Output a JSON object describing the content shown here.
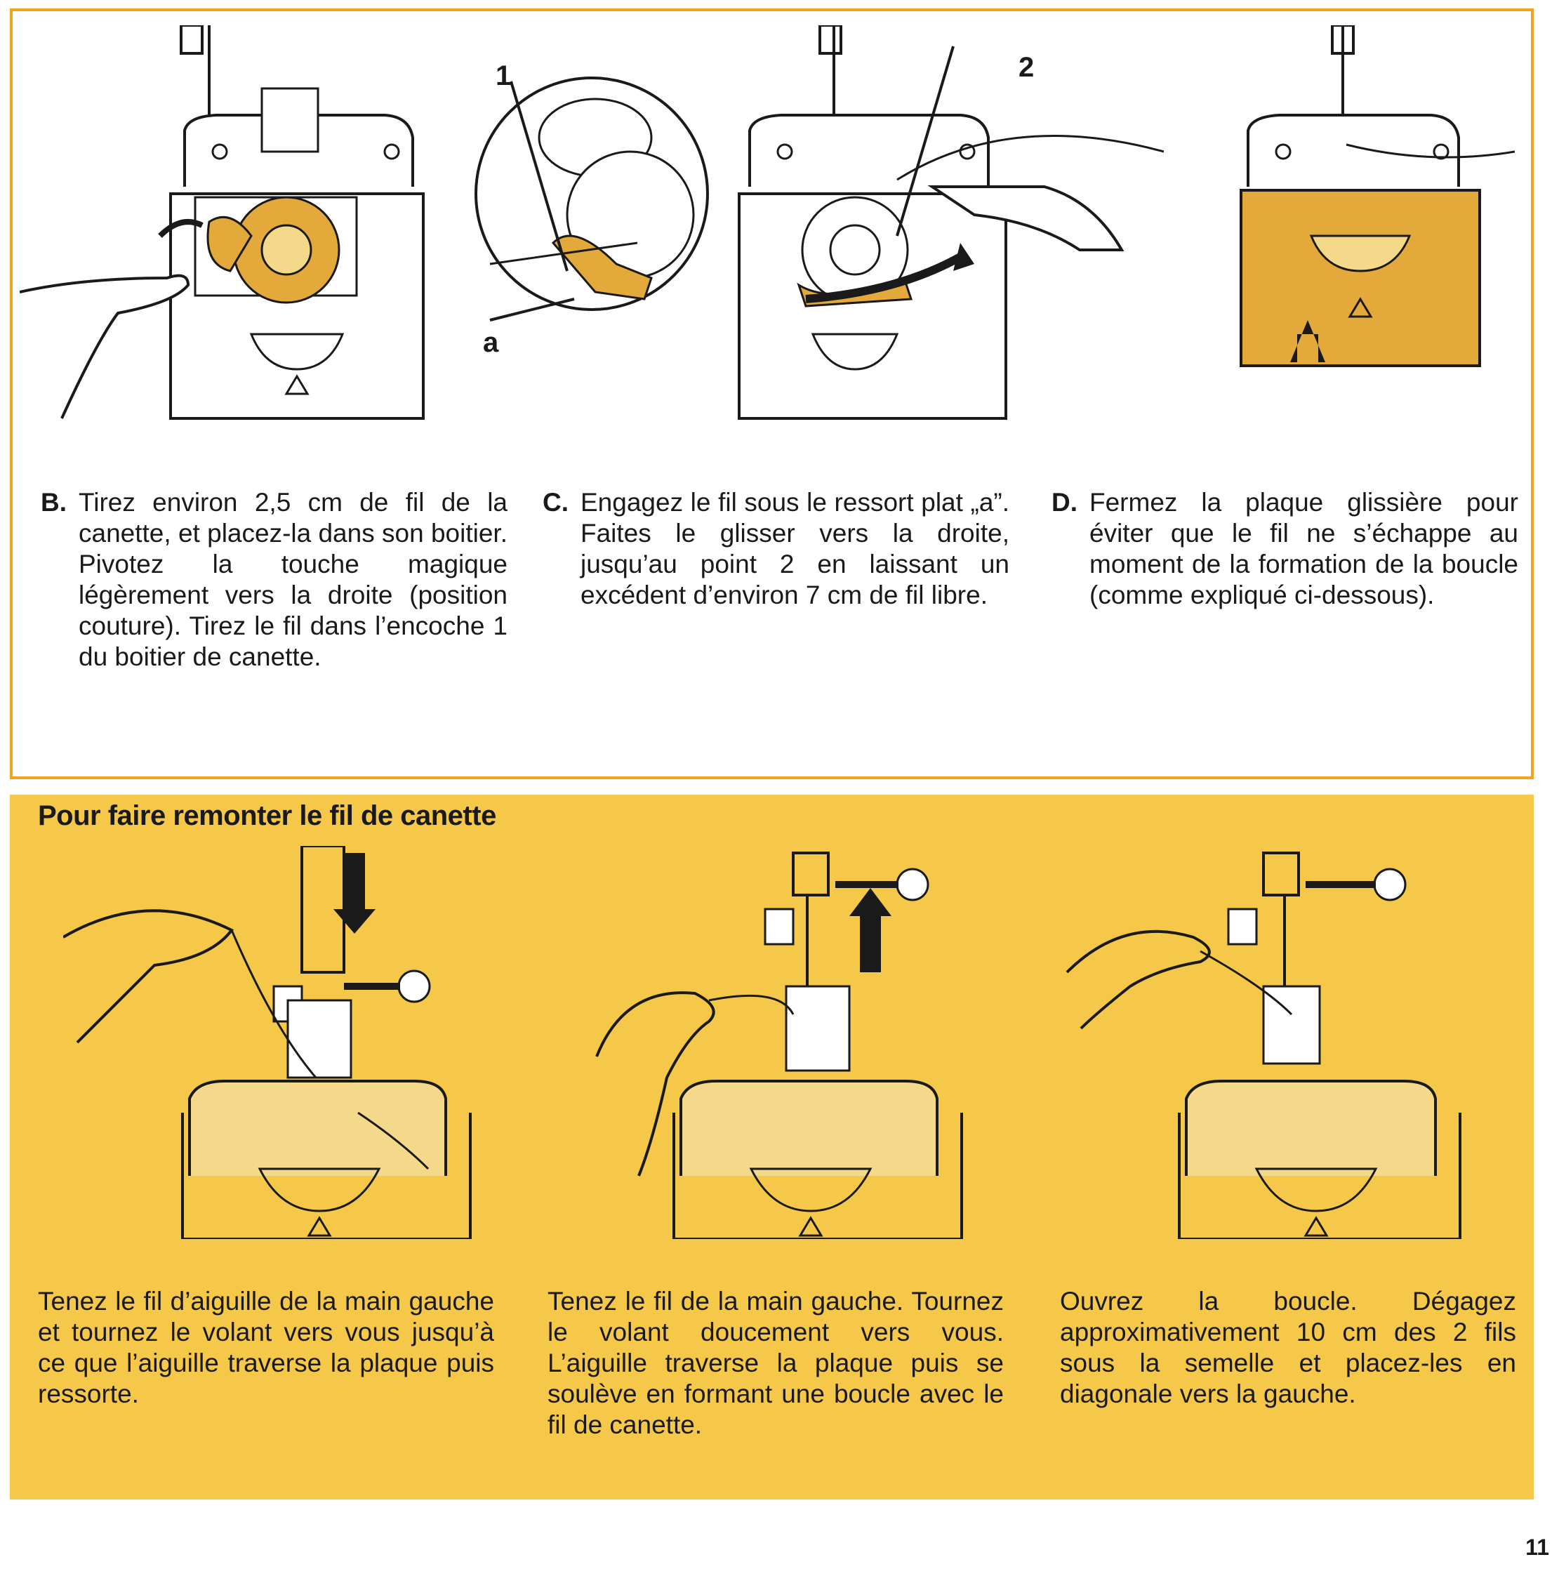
{
  "top": {
    "labels": {
      "one": "1",
      "two": "2",
      "a": "a"
    },
    "steps": [
      {
        "letter": "B.",
        "text": "Tirez environ 2,5 cm de fil de la canette, et placez-la dans son boitier. Pivotez la touche magique légèrement vers la droite (position couture). Tirez le fil dans l’encoche 1 du boitier de canette."
      },
      {
        "letter": "C.",
        "text": "Engagez le fil sous le ressort plat „a”. Faites le glisser vers la droite, jusqu’au point 2 en laissant un excédent d’environ 7 cm de fil libre."
      },
      {
        "letter": "D.",
        "text": "Fermez la plaque glissière pour éviter que le fil ne s’échappe au moment de la formation de la boucle (comme expliqué ci-dessous)."
      }
    ]
  },
  "bottom": {
    "title": "Pour faire remonter le fil de canette",
    "captions": [
      "Tenez le fil d’aiguille de la main gauche et tournez le volant vers vous jusqu’à ce que l’aiguille traverse la plaque puis ressorte.",
      "Tenez le fil de la main gauche. Tournez le volant doucement vers vous. L’aiguille traverse la plaque puis se soulève en formant une boucle avec le fil de canette.",
      "Ouvrez la boucle. Dégagez approximativement 10 cm des 2 fils sous la semelle et placez-les en diagonale vers la gauche."
    ]
  },
  "page_number": "11",
  "colors": {
    "accent_orange": "#f0a41e",
    "panel_yellow": "#f5c84a",
    "bobbin_gold": "#e3a93a",
    "ink": "#1a1a1a"
  },
  "icons": [
    "needle-plate-icon",
    "bobbin-case-icon",
    "hand-icon",
    "arrow-down-icon",
    "arrow-up-icon",
    "presser-foot-icon"
  ]
}
